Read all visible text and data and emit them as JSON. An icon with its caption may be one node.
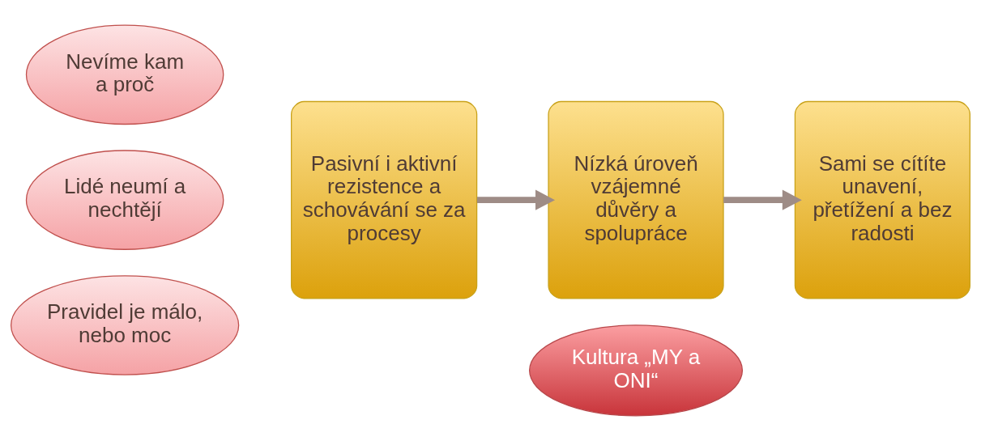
{
  "diagram": {
    "nodes": [
      {
        "text": [
          "Nevíme kam a proč"
        ]
      },
      {
        "text": [
          "Lidé neumí a nechtějí"
        ]
      },
      {
        "text": [
          "Pravidel je málo, nebo moc"
        ]
      },
      {
        "text": [
          "Pasivní i aktivní rezistence a schovávání se za procesy"
        ]
      },
      {
        "text": [
          "Nízká úroveň vzájemné důvěry a spolupráce"
        ]
      },
      {
        "text": [
          "Sami se cítíte unavení, přetížení a bez radosti"
        ]
      },
      {
        "text": [
          "Kultura „MY a ONI“"
        ]
      }
    ],
    "edges": [
      {
        "from": 3,
        "to": 4,
        "arrow": "to"
      },
      {
        "from": 4,
        "to": 5,
        "arrow": "to"
      }
    ]
  }
}
